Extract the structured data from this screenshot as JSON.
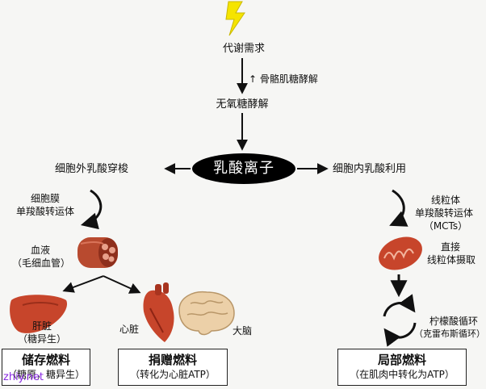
{
  "demand": "代谢需求",
  "skeletal": "↑ 骨骼肌糖酵解",
  "glycolysis": "无氧糖酵解",
  "lactate": "乳酸离子",
  "extracellular": "细胞外乳酸穿梭",
  "intracellular": "细胞内乳酸利用",
  "membrane": [
    "细胞膜",
    "单羧酸转运体"
  ],
  "blood": [
    "血液",
    "（毛细血管）"
  ],
  "liver": [
    "肝脏",
    "（糖异生）"
  ],
  "heart": "心脏",
  "brain": "大脑",
  "mito_transport": [
    "线粒体",
    "单羧酸转运体",
    "（MCTs）"
  ],
  "direct": [
    "直接",
    "线粒体摄取"
  ],
  "tca": [
    "柠檬酸循环",
    "（克雷布斯循环）"
  ],
  "box_storage": {
    "title": "储存燃料",
    "sub": "（糖原，糖异生）"
  },
  "box_donate": {
    "title": "捐赠燃料",
    "sub": "（转化为心脏ATP）"
  },
  "box_local": {
    "title": "局部燃料",
    "sub": "（在肌肉中转化为ATP）"
  },
  "watermark": "zhiy.net",
  "colors": {
    "lightning": "#f5e400",
    "organ": "#c7452b",
    "brain": "#e9c9a0"
  }
}
